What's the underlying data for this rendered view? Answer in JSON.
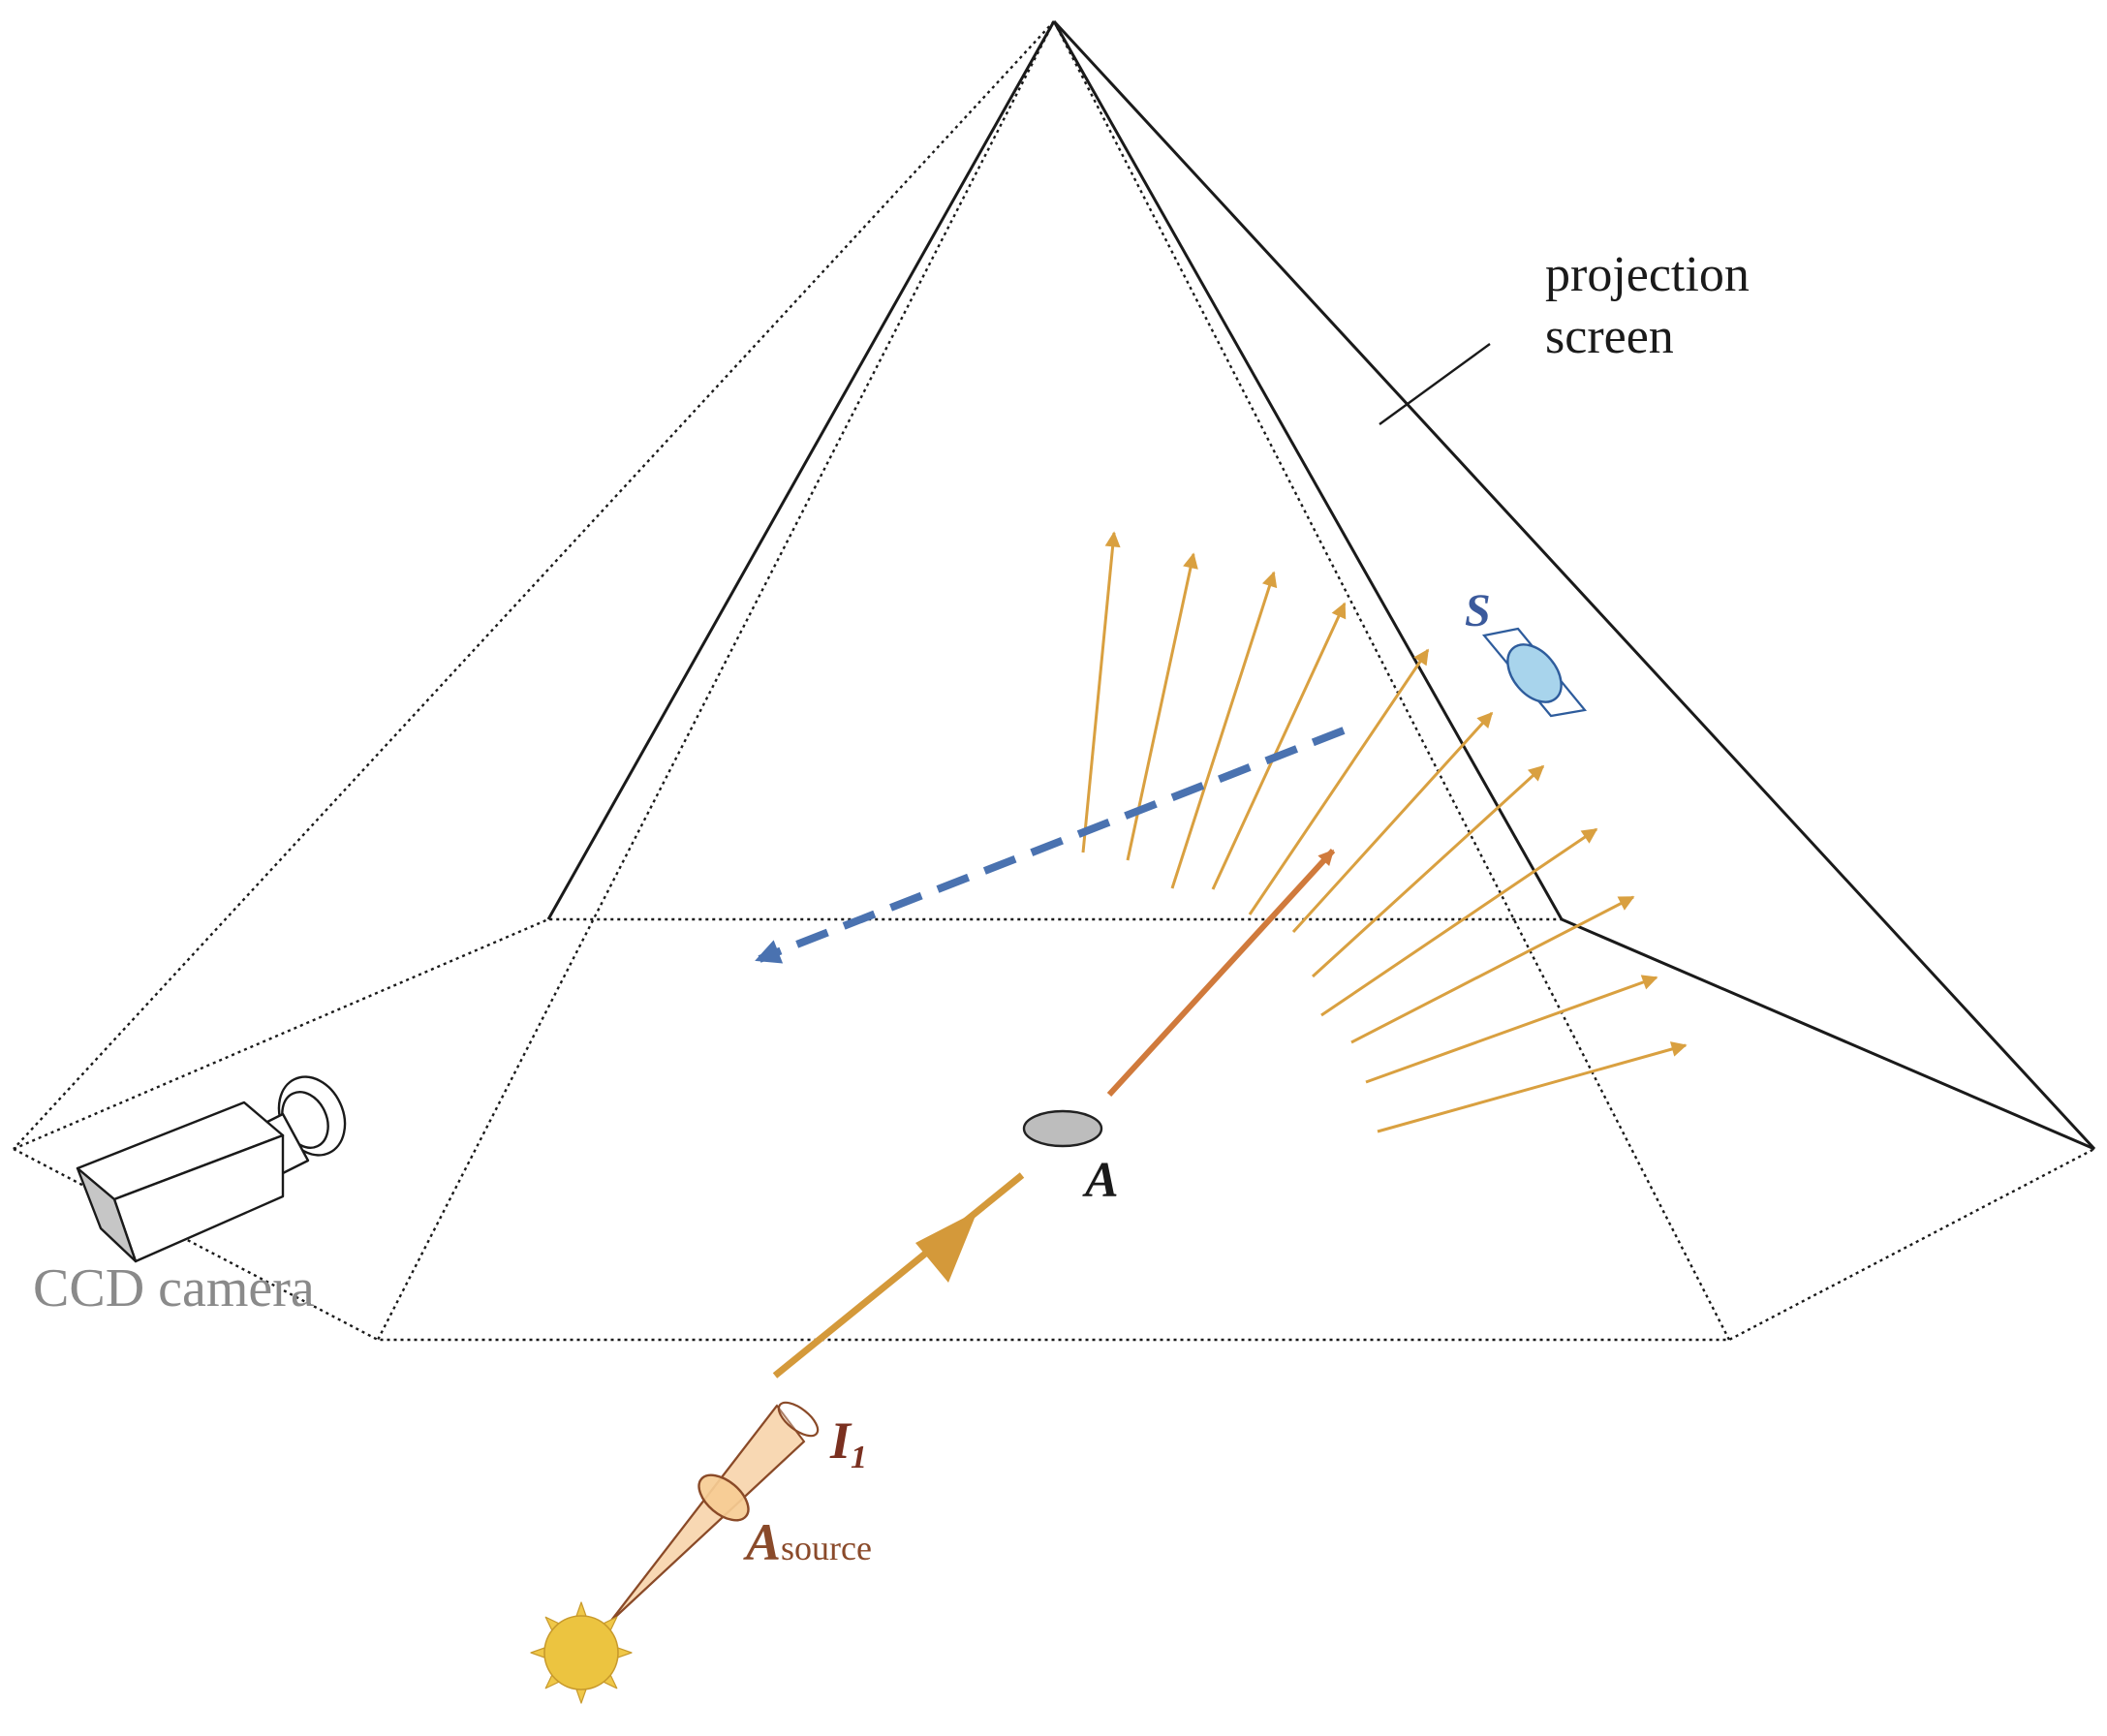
{
  "labels": {
    "projection_line1": "projection",
    "projection_line2": "screen",
    "ccd": "CCD camera",
    "S": "S",
    "A": "A",
    "I_main": "I",
    "I_sub": "1",
    "Asource_main": "A",
    "Asource_sub": "source"
  },
  "colors": {
    "outline": "#1a1a1a",
    "ray": "#d9a040",
    "ray_dark": "#d4993a",
    "reflected": "#d07a3c",
    "return_dashed": "#4a72b0",
    "sun_fill": "#ecc440",
    "sun_ray": "#f0c848",
    "sample_fill": "#a8d4ec",
    "sample_stroke": "#2e5c9c",
    "aperture_fill": "#bdbdbd",
    "lens_fill": "#f6cc94",
    "beam_stroke": "#8a4a28",
    "label_gray": "#8a8a8a",
    "label_blue": "#3b5a9c",
    "label_brown": "#7a3020",
    "label_source": "#8a4a2a"
  },
  "icons": {
    "sun": "sun-icon",
    "camera": "ccd-camera-icon",
    "sample": "sample-icon",
    "aperture": "aperture-icon",
    "lens": "lens-icon"
  }
}
